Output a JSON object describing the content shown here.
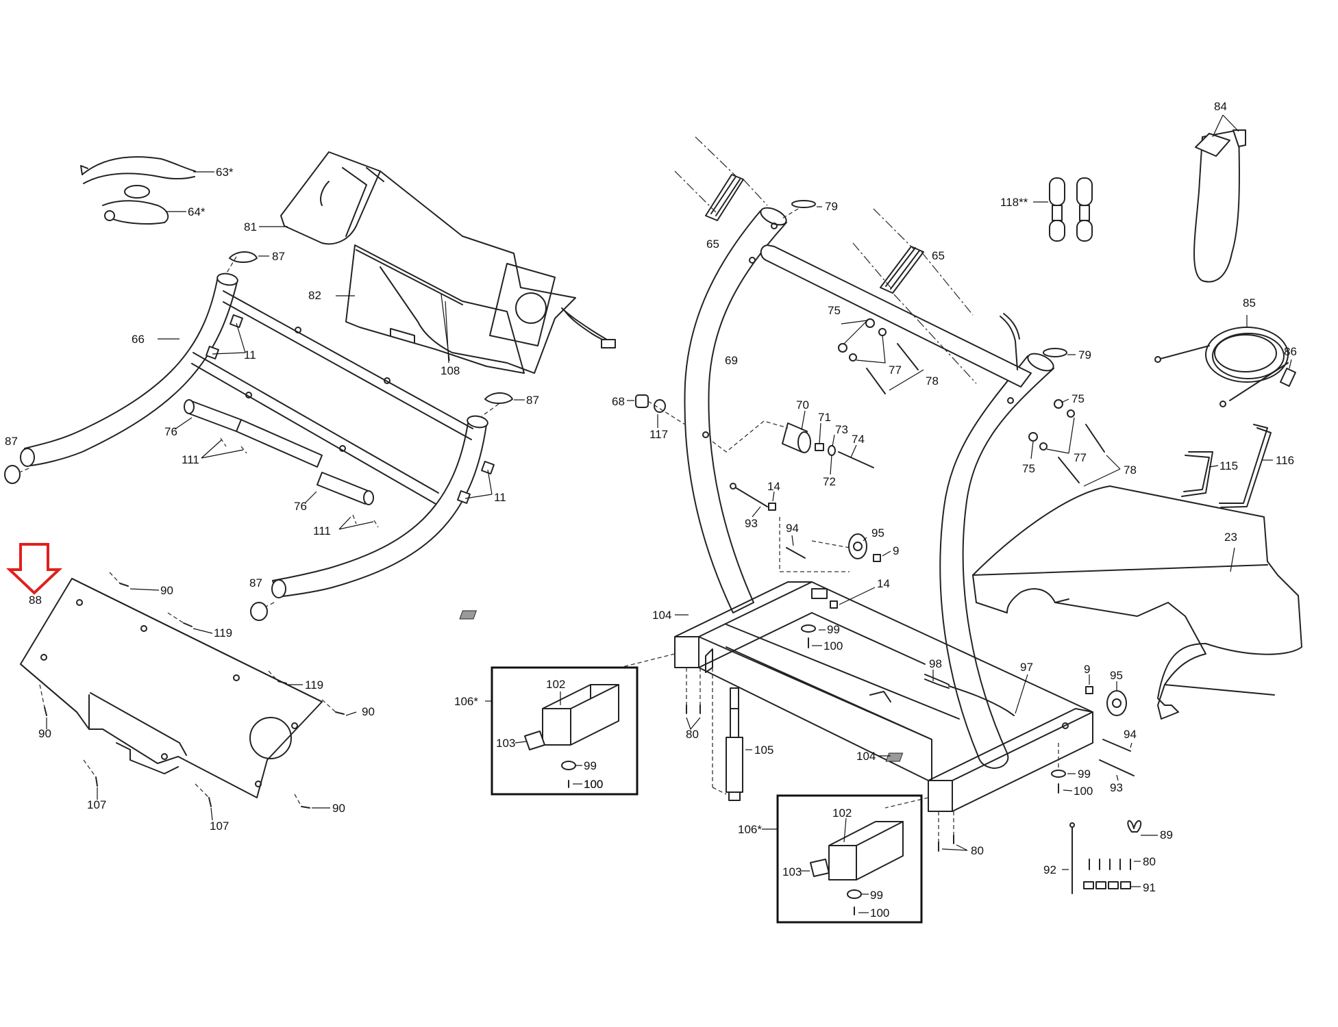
{
  "highlight": {
    "color": "#e0201b",
    "target_label": "88"
  },
  "callouts": {
    "p63": "63*",
    "p64": "64*",
    "p81": "81",
    "p82": "82",
    "p108": "108",
    "p87a": "87",
    "p87b": "87",
    "p87c": "87",
    "p87d": "87",
    "p66": "66",
    "p11a": "11",
    "p11b": "11",
    "p76a": "76",
    "p76b": "76",
    "p111a": "111",
    "p111b": "111",
    "p88": "88",
    "p90a": "90",
    "p90b": "90",
    "p90c": "90",
    "p90d": "90",
    "p119a": "119",
    "p119b": "119",
    "p107a": "107",
    "p107b": "107",
    "p65a": "65",
    "p65b": "65",
    "p79a": "79",
    "p79b": "79",
    "p69": "69",
    "p75a": "75",
    "p75b": "75",
    "p75c": "75",
    "p77a": "77",
    "p77b": "77",
    "p78a": "78",
    "p78b": "78",
    "p68": "68",
    "p117": "117",
    "p70": "70",
    "p71": "71",
    "p72": "72",
    "p73": "73",
    "p74": "74",
    "p14a": "14",
    "p14b": "14",
    "p93a": "93",
    "p93b": "93",
    "p94a": "94",
    "p94b": "94",
    "p95a": "95",
    "p95b": "95",
    "p9a": "9",
    "p9b": "9",
    "p99a": "99",
    "p99b": "99",
    "p99c": "99",
    "p100a": "100",
    "p100b": "100",
    "p100c": "100",
    "p100d": "100",
    "p104a": "104",
    "p104b": "104",
    "p106a": "106*",
    "p106b": "106*",
    "p102a": "102",
    "p102b": "102",
    "p103a": "103",
    "p103b": "103",
    "p80a": "80",
    "p80b": "80",
    "p80c": "80",
    "p105": "105",
    "p98": "98",
    "p97": "97",
    "p89": "89",
    "p92": "92",
    "p91": "91",
    "p23": "23",
    "p84": "84",
    "p118": "118**",
    "p85": "85",
    "p86": "86",
    "p115": "115",
    "p116": "116"
  }
}
